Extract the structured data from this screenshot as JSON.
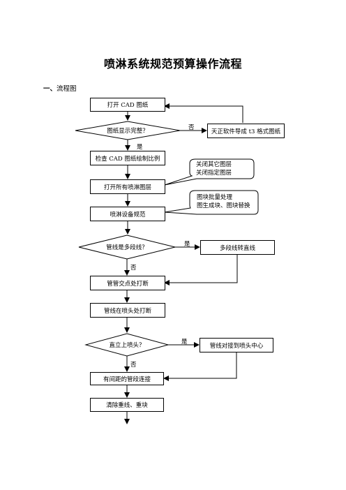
{
  "document": {
    "title": "喷淋系统规范预算操作流程",
    "section_number": "一、",
    "section_label": "流程图"
  },
  "flowchart": {
    "steps": {
      "open_cad": "打开 CAD 图纸",
      "check_scale": "检查 CAD 图纸绘制比例",
      "open_layers": "打开所有喷淋图层",
      "device_standard": "喷淋设备规范",
      "break_pipe_cross": "管管交点处打断",
      "break_at_head": "管线在喷头处打断",
      "connect_gaps": "有间距的管段连接",
      "clear_duplicates": "清除重线、重块"
    },
    "decisions": {
      "display_complete": "图纸显示完整？",
      "is_polyline": "管线是多段线？",
      "upright_head": "直立上喷头？"
    },
    "side_actions": {
      "tianzheng_export": "天正软件导成 t3 格式图纸",
      "polyline_to_line": "多段线转直线",
      "connect_to_head_center": "管线对接到喷头中心"
    },
    "notes": {
      "layers_note": [
        "关闭其它图层",
        "关闭指定图层"
      ],
      "blocks_note": [
        "图块批量处理",
        "图生成块、图块替换"
      ]
    },
    "edge_labels": {
      "yes": "是",
      "no": "否"
    }
  }
}
